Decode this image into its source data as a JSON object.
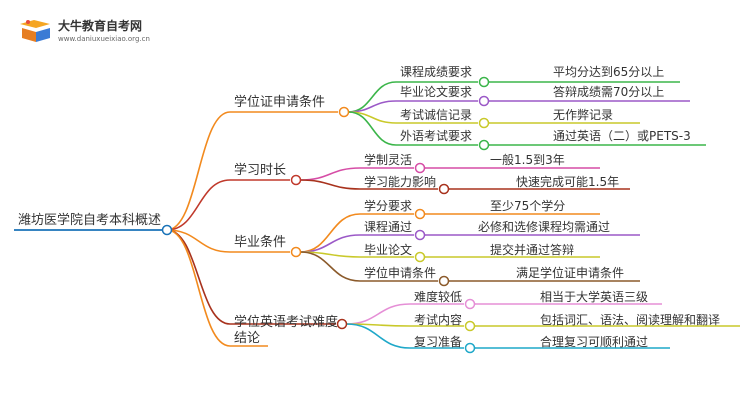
{
  "logo": {
    "title": "大牛教育自考网",
    "subtitle": "www.daniuxueixiao.org.cn"
  },
  "root": {
    "label": "潍坊医学院自考本科概述"
  },
  "branches": [
    {
      "label": "学位证申请条件",
      "color": "#f28a1e",
      "children": [
        {
          "label": "课程成绩要求",
          "detail": "平均分达到65分以上",
          "color": "#3bb54a"
        },
        {
          "label": "毕业论文要求",
          "detail": "答辩成绩需70分以上",
          "color": "#9b59c7"
        },
        {
          "label": "考试诚信记录",
          "detail": "无作弊记录",
          "color": "#c9c92a"
        },
        {
          "label": "外语考试要求",
          "detail": "通过英语（二）或PETS-3",
          "color": "#3bb54a"
        }
      ]
    },
    {
      "label": "学习时长",
      "color": "#c0392b",
      "children": [
        {
          "label": "学制灵活",
          "detail": "一般1.5到3年",
          "color": "#d64da6"
        },
        {
          "label": "学习能力影响",
          "detail": "快速完成可能1.5年",
          "color": "#a8321d"
        }
      ]
    },
    {
      "label": "毕业条件",
      "color": "#f28a1e",
      "children": [
        {
          "label": "学分要求",
          "detail": "至少75个学分",
          "color": "#f28a1e"
        },
        {
          "label": "课程通过",
          "detail": "必修和选修课程均需通过",
          "color": "#9b59c7"
        },
        {
          "label": "毕业论文",
          "detail": "提交并通过答辩",
          "color": "#c9c92a"
        },
        {
          "label": "学位申请条件",
          "detail": "满足学位证申请条件",
          "color": "#8b5a2b"
        }
      ]
    },
    {
      "label": "学位英语考试难度",
      "color": "#a8321d",
      "children": [
        {
          "label": "难度较低",
          "detail": "相当于大学英语三级",
          "color": "#e58fd6"
        },
        {
          "label": "考试内容",
          "detail": "包括词汇、语法、阅读理解和翻译",
          "color": "#c9c92a"
        },
        {
          "label": "复习准备",
          "detail": "合理复习可顺利通过",
          "color": "#1fa8c9"
        }
      ]
    },
    {
      "label": "结论",
      "color": "#f28a1e",
      "children": []
    }
  ]
}
